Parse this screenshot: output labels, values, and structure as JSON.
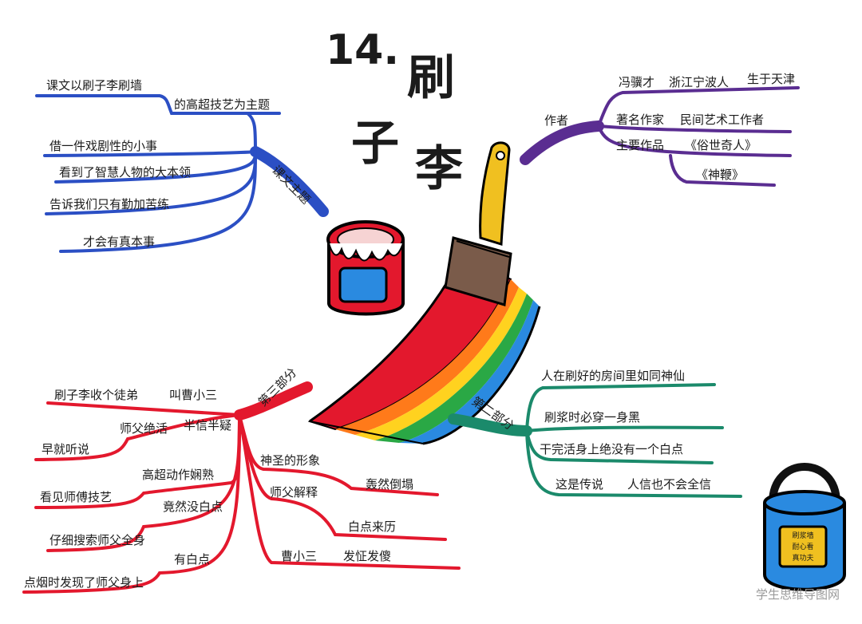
{
  "title": {
    "number": "14.",
    "line1": "刷",
    "line2_a": "子",
    "line2_b": "李"
  },
  "branches": {
    "theme": {
      "label": "课文主题",
      "color": "#2b4fc4",
      "items": [
        "课文以刷子李刷墙",
        "的高超技艺为主题",
        "借一件戏剧性的小事",
        "看到了智慧人物的大本领",
        "告诉我们只有勤加苦练",
        "才会有真本事"
      ]
    },
    "author": {
      "label": "作者",
      "color": "#5a2d91",
      "items": [
        "冯骥才",
        "浙江宁波人",
        "生于天津",
        "著名作家",
        "民间艺术工作者",
        "主要作品",
        "《俗世奇人》",
        "《神鞭》"
      ]
    },
    "part2": {
      "label": "第二部分",
      "color": "#1b8a6b",
      "items": [
        "人在刷好的房间里如同神仙",
        "刷浆时必穿一身黑",
        "干完活身上绝没有一个白点",
        "这是传说",
        "人信也不会全信"
      ]
    },
    "part3": {
      "label": "第三部分",
      "color": "#e3182d",
      "items": [
        "刷子李收个徒弟",
        "叫曹小三",
        "师父绝活",
        "半信半疑",
        "早就听说",
        "高超动作娴熟",
        "看见师傅技艺",
        "竟然没白点",
        "仔细搜索师父全身",
        "有白点",
        "点烟时发现了师父身上",
        "神圣的形象",
        "轰然倒塌",
        "师父解释",
        "白点来历",
        "曹小三",
        "发怔发傻"
      ]
    }
  },
  "bucket_label": "刷浆墙\n耐心看\n真功夫",
  "watermark": "学生思维导图网"
}
